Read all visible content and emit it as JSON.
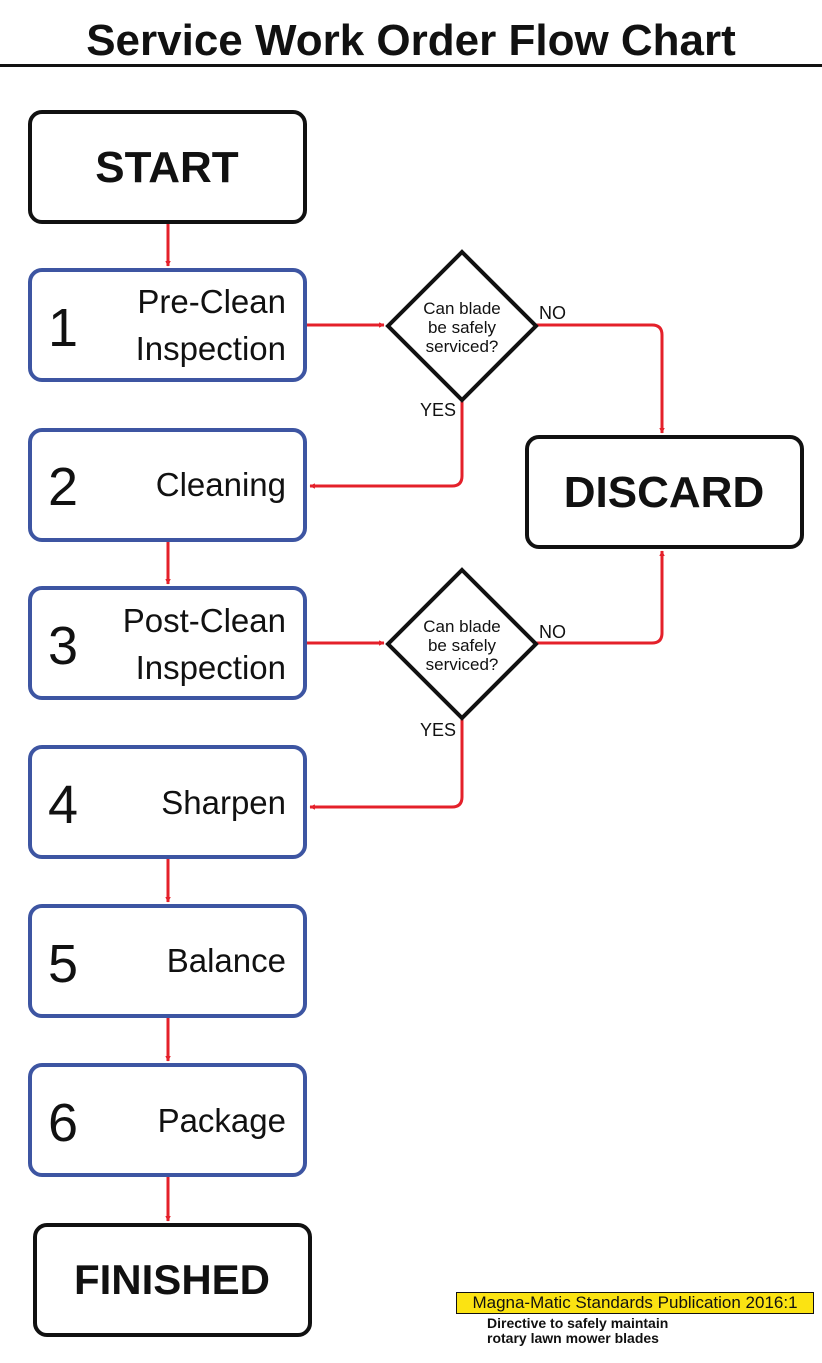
{
  "title": "Service Work Order Flow Chart",
  "terminals": {
    "start": "START",
    "discard": "DISCARD",
    "finished": "FINISHED"
  },
  "steps": [
    {
      "number": "1",
      "lines": [
        "Pre-Clean",
        "Inspection"
      ]
    },
    {
      "number": "2",
      "lines": [
        "Cleaning"
      ]
    },
    {
      "number": "3",
      "lines": [
        "Post-Clean",
        "Inspection"
      ]
    },
    {
      "number": "4",
      "lines": [
        "Sharpen"
      ]
    },
    {
      "number": "5",
      "lines": [
        "Balance"
      ]
    },
    {
      "number": "6",
      "lines": [
        "Package"
      ]
    }
  ],
  "decisions": [
    {
      "lines": [
        "Can blade",
        "be safely",
        "serviced?"
      ],
      "yes": "YES",
      "no": "NO"
    },
    {
      "lines": [
        "Can blade",
        "be safely",
        "serviced?"
      ],
      "yes": "YES",
      "no": "NO"
    }
  ],
  "publication": {
    "label": "Magna-Matic Standards Publication 2016:1",
    "subtitle_lines": [
      "Directive to safely maintain",
      "rotary lawn mower blades"
    ]
  },
  "colors": {
    "step_border": "#3d55a2",
    "terminal_border": "#111111",
    "arrow": "#e4202a",
    "badge": "#fbe312"
  }
}
